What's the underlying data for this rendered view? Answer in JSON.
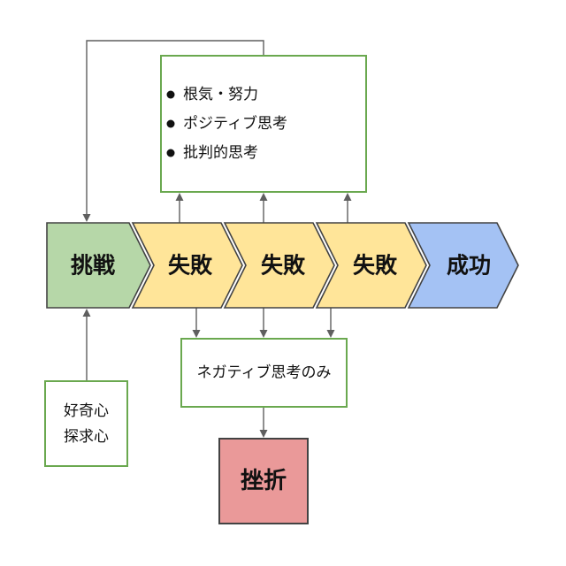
{
  "colors": {
    "box_border": "#6aa84f",
    "shape_border": "#434343",
    "connector": "#5f5f5f"
  },
  "mindset_box": {
    "items": [
      "根気・努力",
      "ポジティブ思考",
      "批判的思考"
    ]
  },
  "steps": [
    {
      "label": "挑戦",
      "fill": "#b6d7a8"
    },
    {
      "label": "失敗",
      "fill": "#ffe599"
    },
    {
      "label": "失敗",
      "fill": "#ffe599"
    },
    {
      "label": "失敗",
      "fill": "#ffe599"
    },
    {
      "label": "成功",
      "fill": "#a4c2f4"
    }
  ],
  "negative_box": {
    "label": "ネガティブ思考のみ"
  },
  "setback": {
    "label": "挫折",
    "fill": "#ea9999"
  },
  "motivation_box": {
    "lines": [
      "好奇心",
      "探求心"
    ]
  }
}
